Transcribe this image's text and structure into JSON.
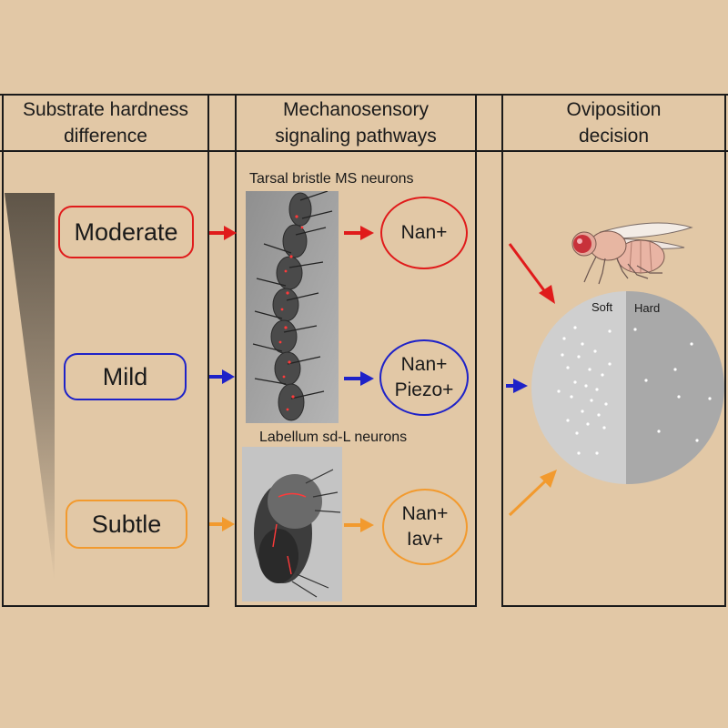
{
  "panels": {
    "substrate": {
      "title_line1": "Substrate hardness",
      "title_line2": "difference"
    },
    "mechano": {
      "title_line1": "Mechanosensory",
      "title_line2": "signaling pathways"
    },
    "oviposition": {
      "title_line1": "Oviposition",
      "title_line2": "decision"
    }
  },
  "levels": [
    {
      "label": "Moderate",
      "color": "#e01b1b"
    },
    {
      "label": "Mild",
      "color": "#1e22c8"
    },
    {
      "label": "Subtle",
      "color": "#f29a2e"
    }
  ],
  "captions": {
    "tarsal": "Tarsal bristle MS neurons",
    "labellum": "Labellum sd-L neurons"
  },
  "pathways": {
    "moderate": {
      "line1": "Nan+"
    },
    "mild": {
      "line1": "Nan+",
      "line2": "Piezo+"
    },
    "subtle": {
      "line1": "Nan+",
      "line2": "Iav+"
    }
  },
  "dish": {
    "soft_label": "Soft",
    "hard_label": "Hard",
    "soft_color": "#cfcfcf",
    "hard_color": "#a9a9a9"
  },
  "colors": {
    "background": "#e2c8a6",
    "line": "#1a1a1a"
  }
}
